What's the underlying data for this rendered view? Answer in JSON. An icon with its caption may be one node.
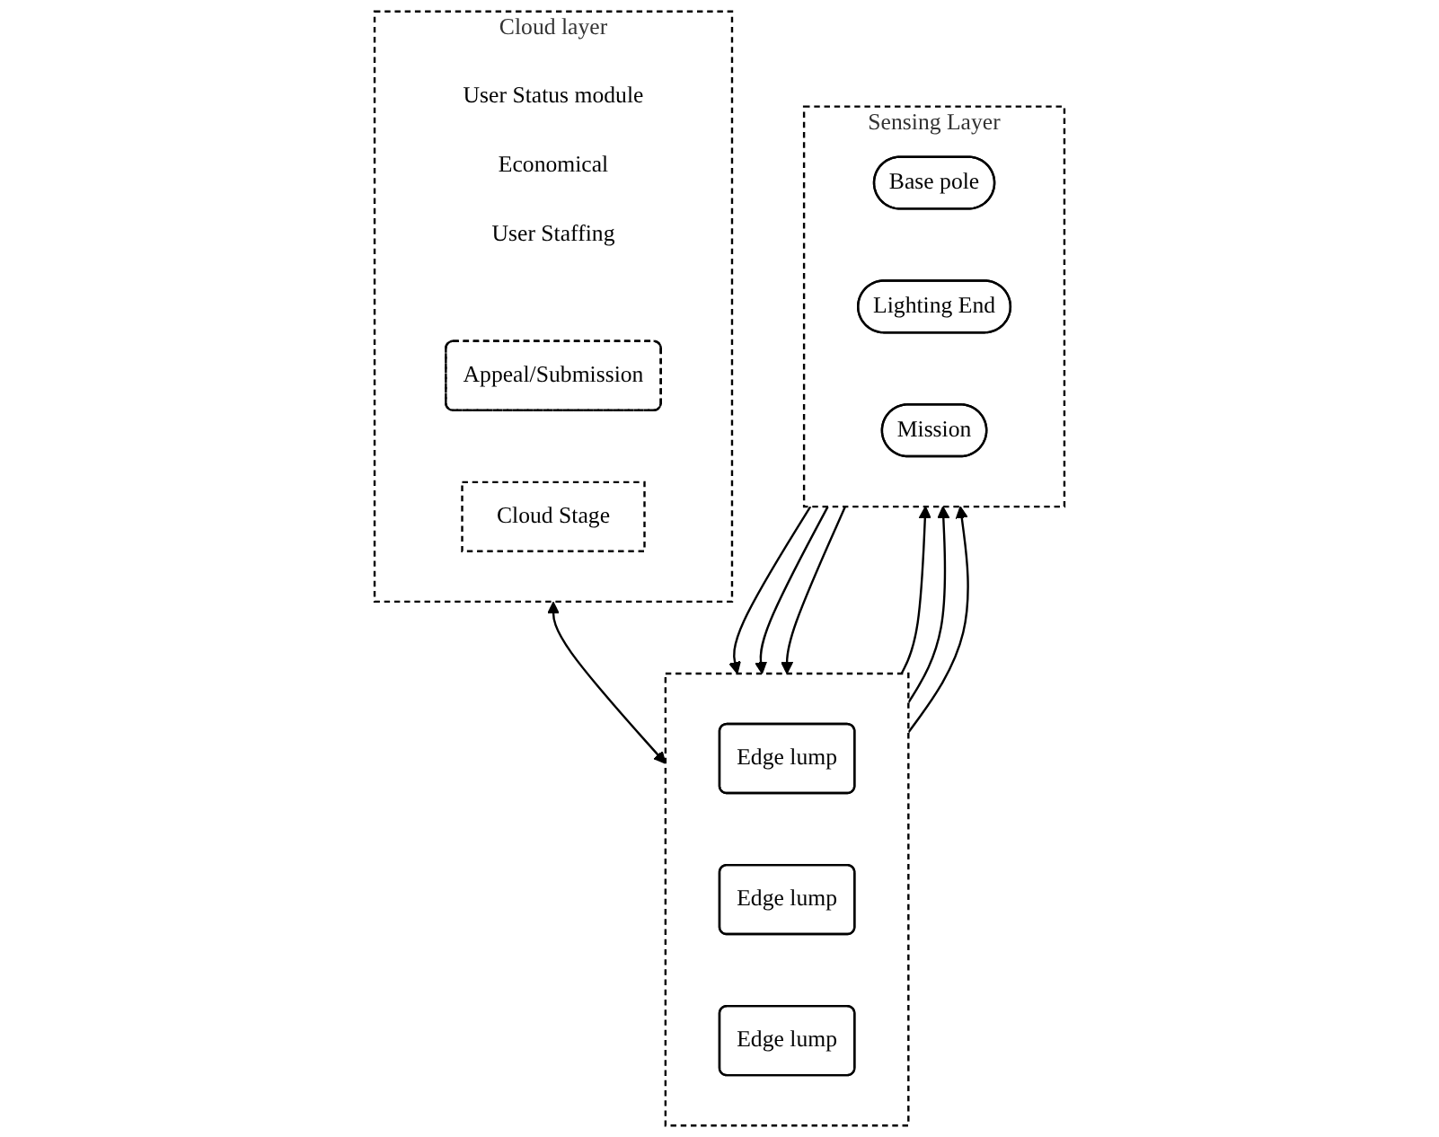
{
  "diagram": {
    "nodes": [
      {
        "text": [
          "Cloud layer",
          "User Status module",
          "Economical",
          "User Staffing"
        ]
      },
      {
        "text": [
          "Appeal/Submission"
        ],
        "in": 0
      },
      {
        "text": [
          "Cloud Stage"
        ],
        "in": 0
      },
      {
        "text": [],
        "shape": "box"
      },
      {
        "text": [
          "Edge lump"
        ],
        "in": 3
      },
      {
        "text": [
          "Edge lump"
        ],
        "in": 3
      },
      {
        "text": [
          "Edge lump"
        ],
        "in": 3
      },
      {
        "text": [
          "Sensing Layer"
        ]
      },
      {
        "text": [
          "Base pole"
        ],
        "in": 7
      },
      {
        "text": [
          "Lighting End"
        ],
        "in": 7
      },
      {
        "text": [
          "Mission"
        ],
        "in": 7
      }
    ],
    "edges": [
      {
        "from": 0,
        "to": 3,
        "arrow": "both"
      },
      {
        "from": 3,
        "to": 7,
        "arrow": "to"
      },
      {
        "from": 7,
        "to": 3,
        "arrow": "to"
      },
      {
        "from": 3,
        "to": 7,
        "arrow": "to"
      },
      {
        "from": 7,
        "to": 3,
        "arrow": "to"
      },
      {
        "from": 7,
        "to": 3,
        "arrow": "to"
      },
      {
        "from": 3,
        "to": 7,
        "arrow": "to"
      }
    ]
  }
}
